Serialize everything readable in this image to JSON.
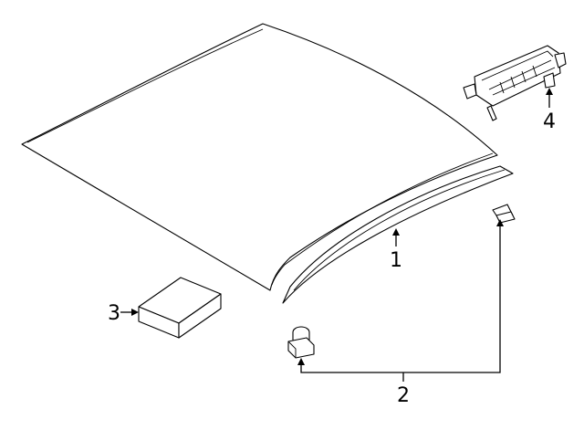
{
  "diagram": {
    "parts": [
      {
        "id": "roof-panel"
      },
      {
        "id": "roof-molding",
        "callout": "1"
      },
      {
        "id": "molding-clips",
        "callout": "2"
      },
      {
        "id": "sealant-pad",
        "callout": "3"
      },
      {
        "id": "molding-bracket",
        "callout": "4"
      }
    ]
  }
}
